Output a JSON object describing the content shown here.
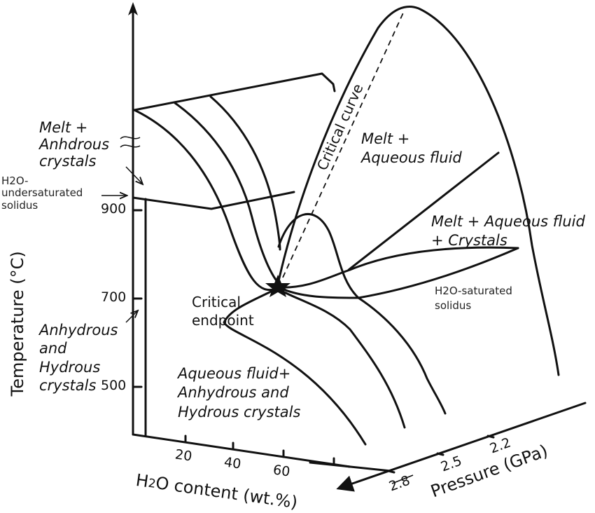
{
  "figure": {
    "y_axis": {
      "label": "Temperature (°C)",
      "ticks": [
        "900",
        "700",
        "500"
      ]
    },
    "x_axis": {
      "label_h": "H",
      "label_sub": "2",
      "label_rest": "O content (wt.%)",
      "ticks": [
        "20",
        "40",
        "60"
      ]
    },
    "z_axis": {
      "label": "Pressure (GPa)",
      "ticks": [
        "2.2",
        "2.5",
        "2.8"
      ]
    },
    "regions": {
      "melt_anhydrous": [
        "Melt +",
        "Anhdrous",
        "crystals"
      ],
      "undersat_solidus": [
        "H2O-",
        "undersaturated",
        "solidus"
      ],
      "anhydrous_hydrous": [
        "Anhydrous",
        "and",
        "Hydrous",
        "crystals"
      ],
      "critical_endpoint": [
        "Critical",
        "endpoint"
      ],
      "aqueous_crystals": [
        "Aqueous fluid+",
        "Anhydrous and",
        "Hydrous crystals"
      ],
      "critical_curve": "Critical curve",
      "melt_aqueous": [
        "Melt +",
        "Aqueous fluid"
      ],
      "melt_aqueous_crystals": [
        "Melt + Aqueous fluid",
        "+ Crystals"
      ],
      "sat_solidus": [
        "H2O-saturated",
        "solidus"
      ]
    }
  },
  "chart_data": {
    "type": "diagram",
    "title": "",
    "xlabel": "H2O content (wt.%)",
    "ylabel": "Temperature (°C)",
    "zlabel": "Pressure (GPa)",
    "x_ticks": [
      20,
      40,
      60
    ],
    "y_ticks": [
      900,
      700,
      500
    ],
    "z_ticks": [
      2.2,
      2.5,
      2.8
    ],
    "annotations": [
      "Melt + Anhdrous crystals",
      "H2O-undersaturated solidus",
      "Anhydrous and Hydrous crystals",
      "Critical endpoint",
      "Aqueous fluid+ Anhydrous and Hydrous crystals",
      "Critical curve",
      "Melt + Aqueous fluid",
      "Melt + Aqueous fluid + Crystals",
      "H2O-saturated solidus"
    ]
  }
}
